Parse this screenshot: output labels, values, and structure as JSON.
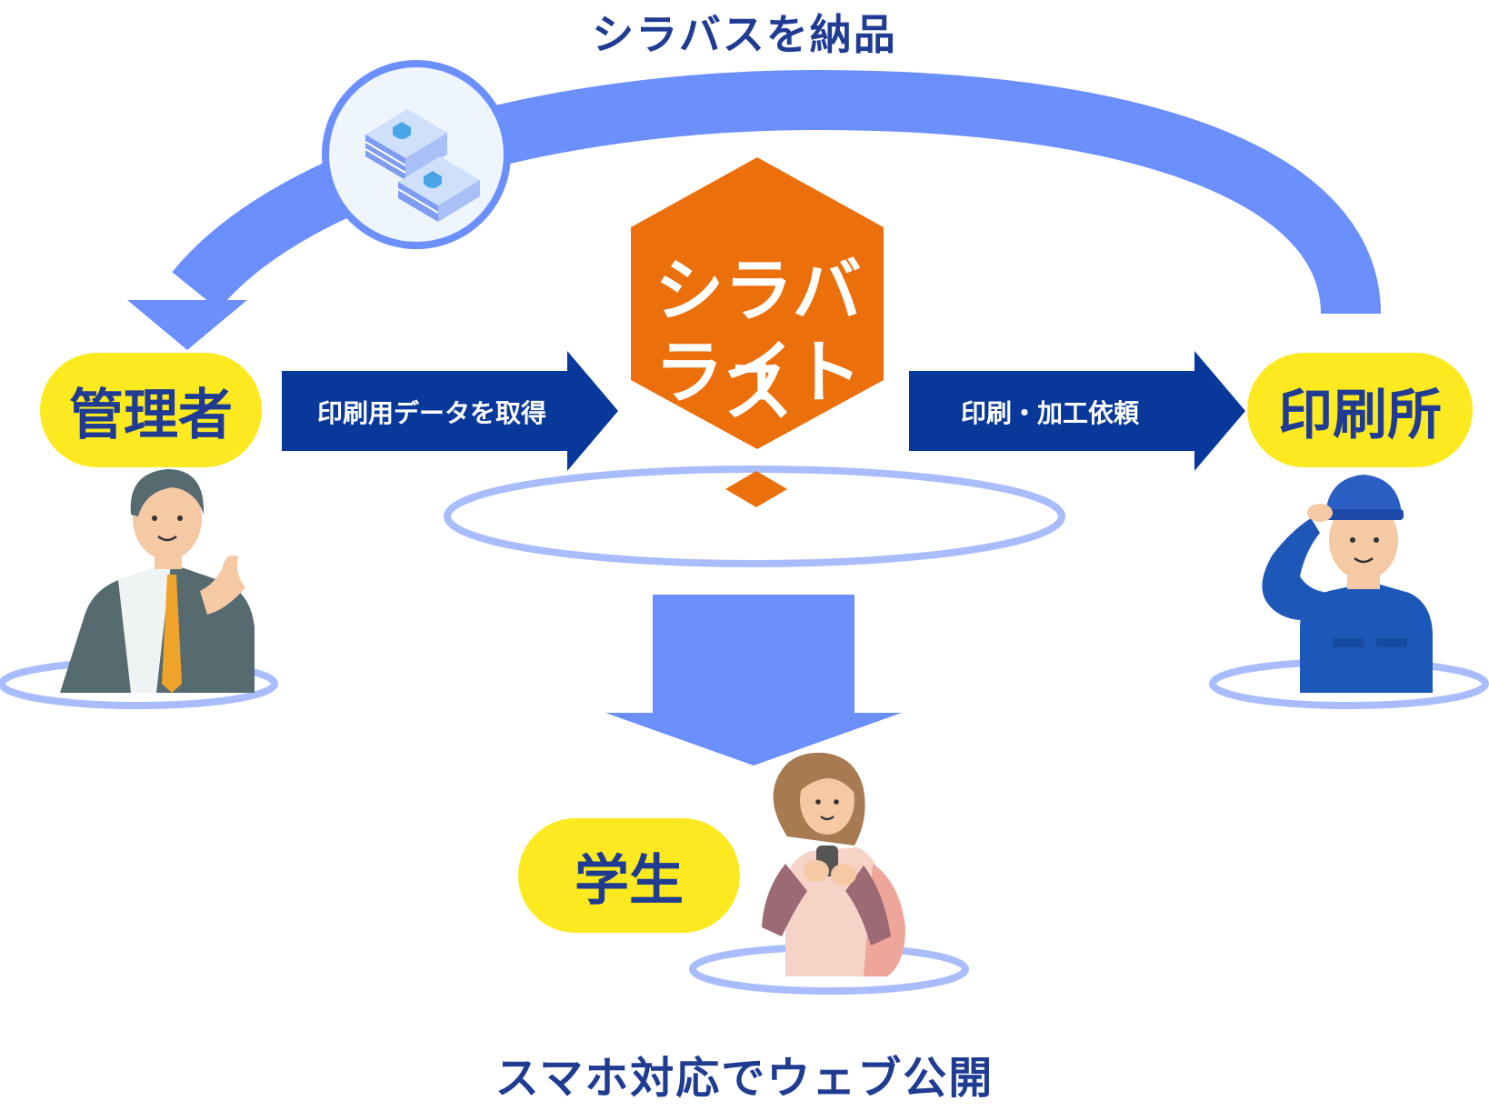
{
  "title": "シラバスを納品",
  "footer": "スマホ対応でウェブ公開",
  "center_logo": {
    "line1": "シラバス",
    "line2": "ライト"
  },
  "roles": {
    "admin": "管理者",
    "printer": "印刷所",
    "student": "学生"
  },
  "arrows": {
    "get_data": "印刷用データを取得",
    "print_order": "印刷・加工依頼"
  },
  "colors": {
    "navy": "#1f3c92",
    "arrow_dark": "#08389a",
    "arrow_light": "#6b8ffd",
    "logo_orange": "#eb6f0b",
    "pill_yellow": "#fde91f",
    "ring": "#a9bcfd"
  }
}
